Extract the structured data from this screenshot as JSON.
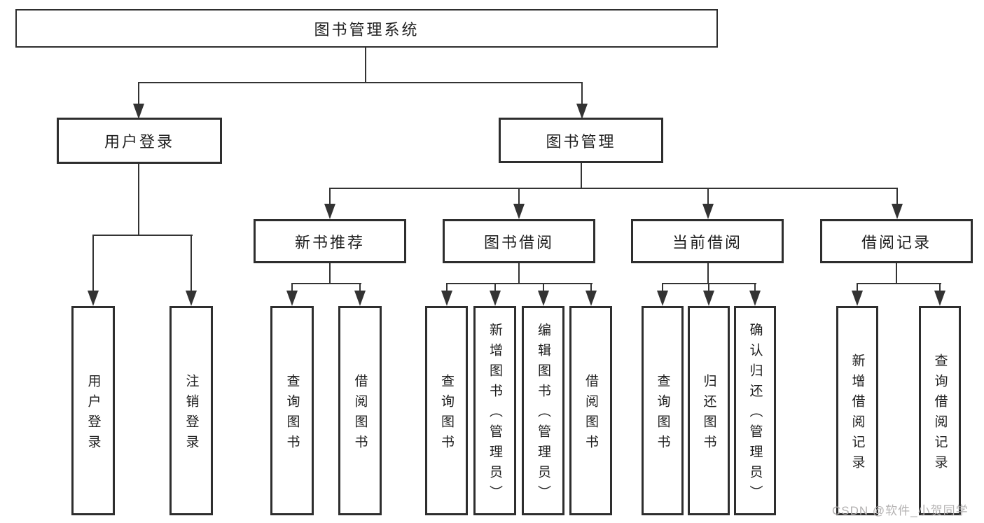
{
  "root": {
    "label": "图书管理系统"
  },
  "branches": [
    {
      "label": "用户登录",
      "children": [
        "用户登录",
        "注销登录"
      ]
    },
    {
      "label": "图书管理",
      "children": [
        {
          "label": "新书推荐",
          "children": [
            "查询图书",
            "借阅图书"
          ]
        },
        {
          "label": "图书借阅",
          "children": [
            "查询图书",
            "新增图书（管理员）",
            "编辑图书（管理员）",
            "借阅图书"
          ]
        },
        {
          "label": "当前借阅",
          "children": [
            "查询图书",
            "归还图书",
            "确认归还（管理员）"
          ]
        },
        {
          "label": "借阅记录",
          "children": [
            "新增借阅记录",
            "查询借阅记录"
          ]
        }
      ]
    }
  ],
  "watermark": "CSDN @软件_小贺同学",
  "colors": {
    "line": "#333333",
    "box_border": "#2e2e2e",
    "text": "#1f1f1f",
    "watermark": "#b3b1b1",
    "background": "#ffffff"
  }
}
